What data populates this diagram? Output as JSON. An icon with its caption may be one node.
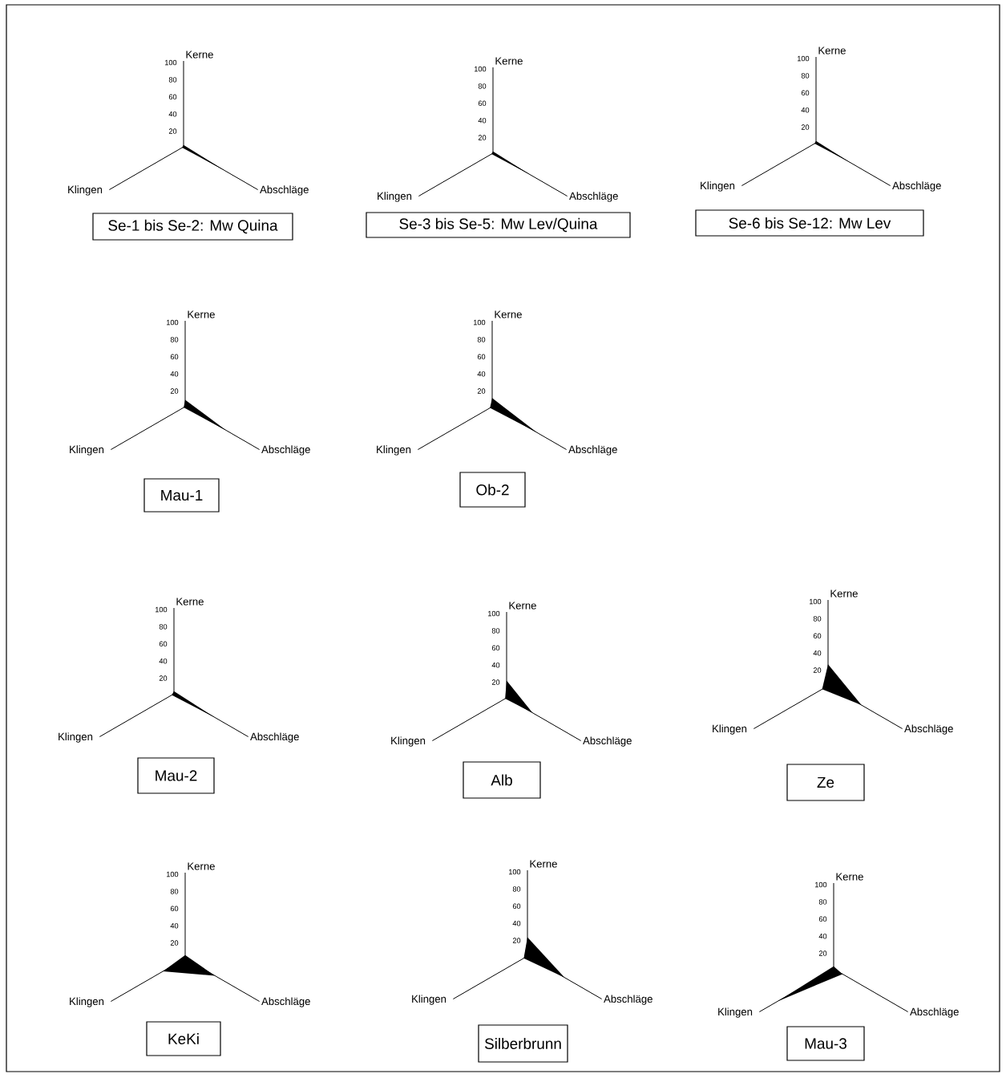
{
  "diagram": {
    "nodes": [
      {
        "text": [
          "Se-1 bis Se-2: Mw Quina"
        ]
      },
      {
        "text": [
          "Se-3 bis Se-5: Mw Lev/Quina"
        ]
      },
      {
        "text": [
          "Se-6 bis Se-12: Mw Lev"
        ]
      },
      {
        "text": [
          "Mau-1"
        ]
      },
      {
        "text": [
          "Ob-2"
        ]
      },
      {
        "text": [
          "Mau-2"
        ]
      },
      {
        "text": [
          "Alb"
        ]
      },
      {
        "text": [
          "Ze"
        ]
      },
      {
        "text": [
          "KeKi"
        ]
      },
      {
        "text": [
          "Silberbrunn"
        ]
      },
      {
        "text": [
          "Mau-3"
        ]
      }
    ],
    "labels": [
      "100",
      "Kerne",
      "80",
      "60",
      "40",
      "20",
      "Klingen",
      "Abschläge",
      "100",
      "Kerne",
      "80",
      "60",
      "40",
      "20",
      "Klingen",
      "Abschläge",
      "100",
      "Kerne",
      "80",
      "60",
      "40",
      "20",
      "Klingen",
      "Abschläge",
      "100",
      "Kerne",
      "80",
      "60",
      "40",
      "20",
      "Klingen",
      "Abschläge",
      "100",
      "Kerne",
      "80",
      "60",
      "40",
      "20",
      "Klingen",
      "Abschläge",
      "100",
      "Kerne",
      "80",
      "60",
      "40",
      "20",
      "Klingen",
      "Abschläge",
      "100",
      "Kerne",
      "80",
      "60",
      "40",
      "20",
      "Klingen",
      "Abschläge",
      "100",
      "Kerne",
      "80",
      "60",
      "40",
      "20",
      "Klingen",
      "Abschläge",
      "100",
      "Kerne",
      "80",
      "60",
      "40",
      "20",
      "Klingen",
      "Abschläge",
      "100",
      "Kerne",
      "80",
      "60",
      "40",
      "20",
      "Klingen",
      "Abschläge",
      "100",
      "Kerne",
      "80",
      "60",
      "40",
      "20",
      "Klingen",
      "Abschläge"
    ]
  }
}
